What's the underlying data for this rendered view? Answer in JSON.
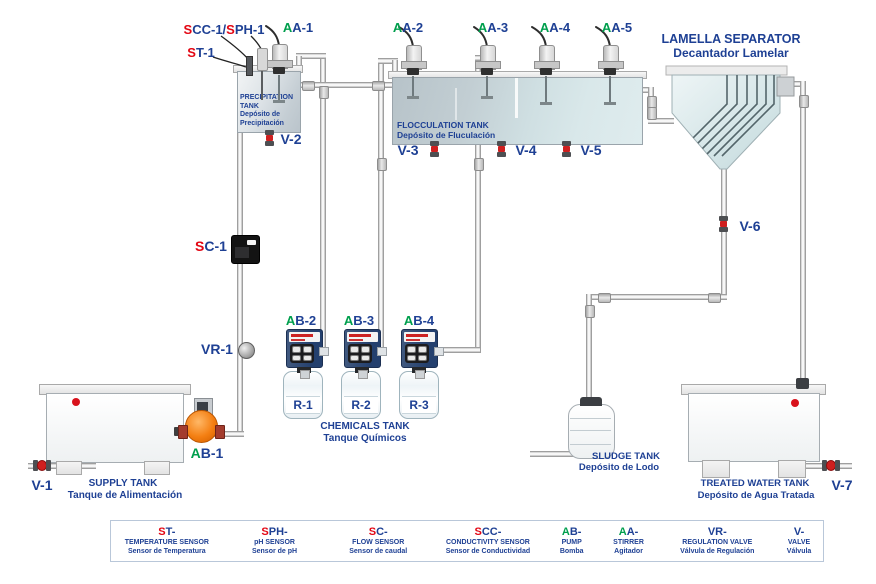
{
  "colors": {
    "accent_blue": "#1e4094",
    "accent_red": "#e30613",
    "accent_green": "#009f4d",
    "pipe_grey": "#d9d9d9"
  },
  "equipment": {
    "scc_sph": {
      "p1": "S",
      "r1": "CC-1/",
      "p2": "S",
      "r2": "PH-1"
    },
    "st1": {
      "p": "S",
      "r": "T-1"
    },
    "sc1": {
      "p": "S",
      "r": "C-1"
    },
    "aa1": {
      "p": "A",
      "r": "A-1"
    },
    "aa2": {
      "p": "A",
      "r": "A-2"
    },
    "aa3": {
      "p": "A",
      "r": "A-3"
    },
    "aa4": {
      "p": "A",
      "r": "A-4"
    },
    "aa5": {
      "p": "A",
      "r": "A-5"
    },
    "ab1": {
      "p": "A",
      "r": "B-1"
    },
    "ab2": {
      "p": "A",
      "r": "B-2"
    },
    "ab3": {
      "p": "A",
      "r": "B-3"
    },
    "ab4": {
      "p": "A",
      "r": "B-4"
    },
    "vr1": "VR-1",
    "v1": "V-1",
    "v2": "V-2",
    "v3": "V-3",
    "v4": "V-4",
    "v5": "V-5",
    "v6": "V-6",
    "v7": "V-7"
  },
  "tanks": {
    "precipitation": {
      "en1": "PRECIPITATION",
      "en2": "TANK",
      "es1": "Depósito de",
      "es2": "Precipitación"
    },
    "flocculation": {
      "en": "FLOCCULATION TANK",
      "es": "Depósito de Fluculación"
    },
    "lamella": {
      "en": "LAMELLA SEPARATOR",
      "es": "Decantador Lamelar"
    },
    "supply": {
      "en": "SUPPLY TANK",
      "es": "Tanque de Alimentación"
    },
    "chemicals": {
      "en": "CHEMICALS TANK",
      "es": "Tanque Químicos"
    },
    "sludge": {
      "en": "SLUDGE TANK",
      "es": "Depósito de Lodo"
    },
    "treated": {
      "en": "TREATED WATER TANK",
      "es": "Depósito de Agua Tratada"
    },
    "bottles": [
      "R-1",
      "R-2",
      "R-3"
    ]
  },
  "legend": {
    "items": [
      {
        "pre": "S",
        "rest": "T-",
        "en": "TEMPERATURE SENSOR",
        "es": "Sensor de Temperatura"
      },
      {
        "pre": "S",
        "rest": "PH-",
        "en": "pH SENSOR",
        "es": "Sensor de pH"
      },
      {
        "pre": "S",
        "rest": "C-",
        "en": "FLOW SENSOR",
        "es": "Sensor de caudal"
      },
      {
        "pre": "S",
        "rest": "CC-",
        "en": "CONDUCTIVITY SENSOR",
        "es": "Sensor de Conductividad"
      },
      {
        "pre": "A",
        "rest": "B-",
        "en": "PUMP",
        "es": "Bomba"
      },
      {
        "pre": "A",
        "rest": "A-",
        "en": "STIRRER",
        "es": "Agitador"
      },
      {
        "pre": "",
        "rest": "VR-",
        "en": "REGULATION VALVE",
        "es": "Válvula de Regulación"
      },
      {
        "pre": "",
        "rest": "V-",
        "en": "VALVE",
        "es": "Válvula"
      }
    ]
  }
}
